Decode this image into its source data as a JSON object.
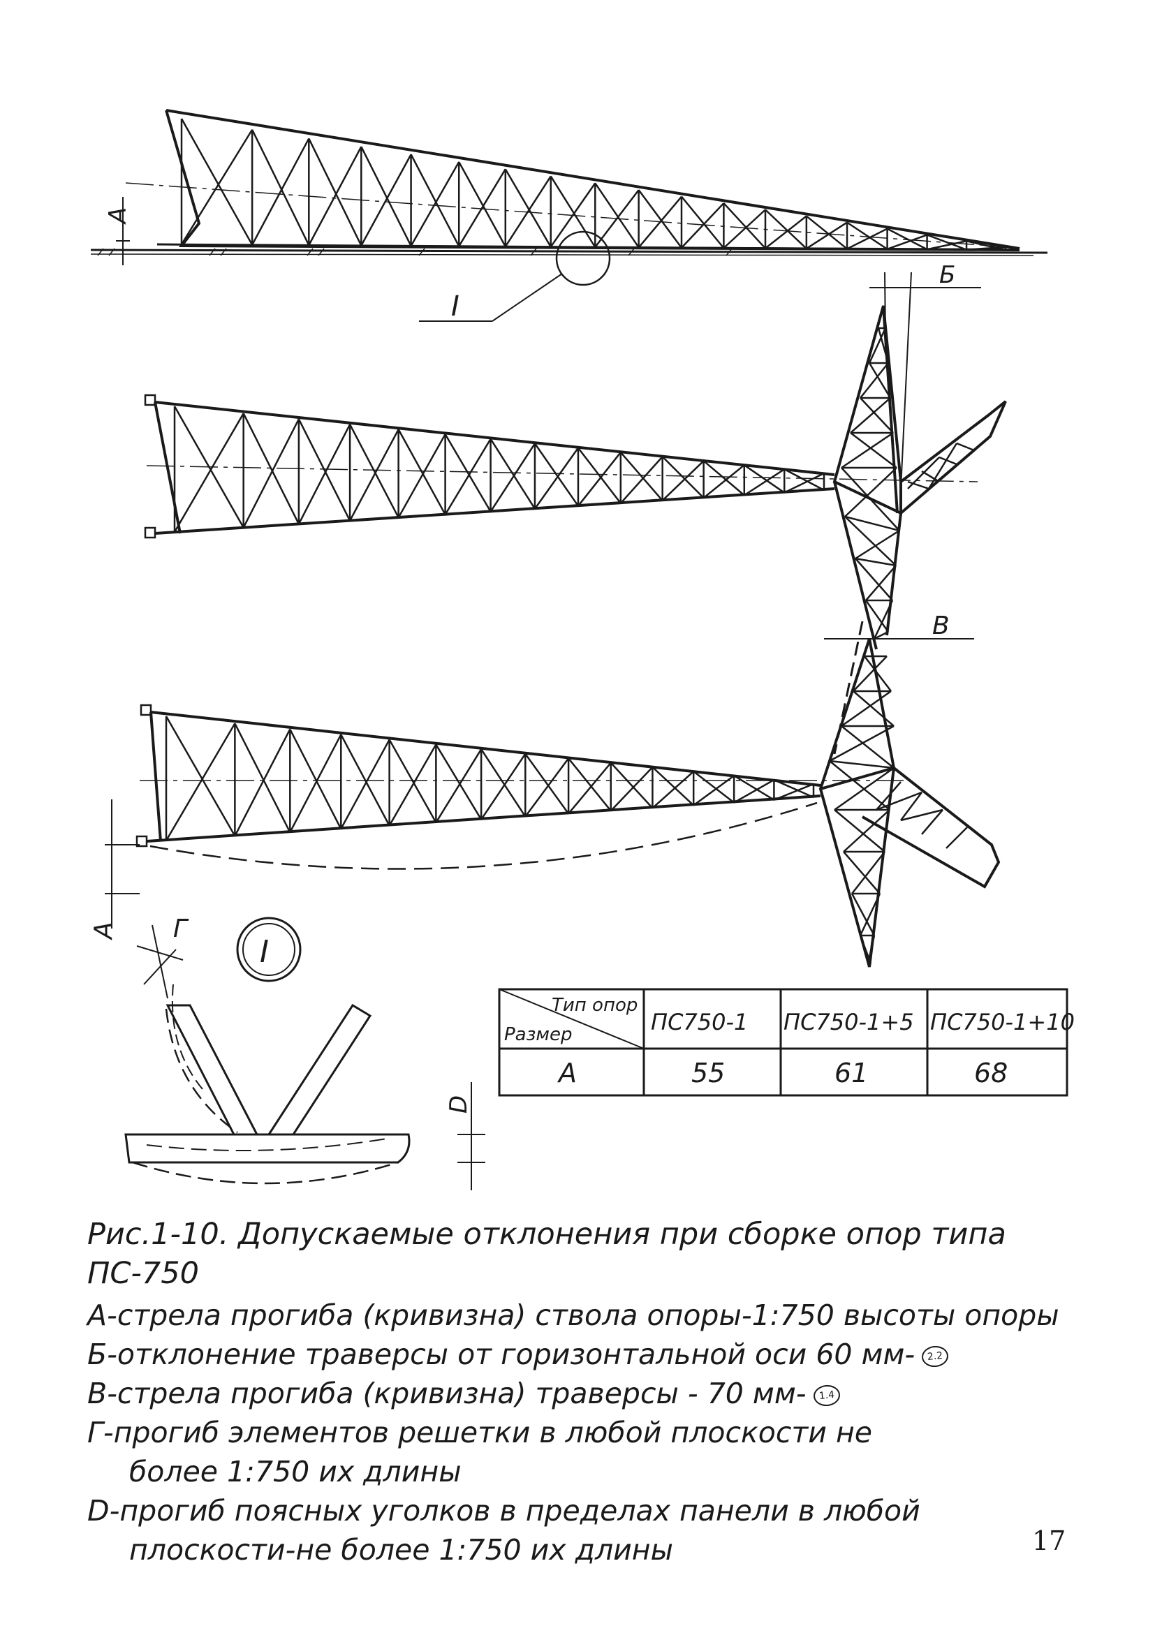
{
  "drawing": {
    "label_A": "А",
    "label_B": "Б",
    "label_V": "В",
    "label_G": "Г",
    "label_D": "D",
    "detail_callout": "I",
    "detail_circle": "I"
  },
  "table": {
    "header_top": "Тип опор",
    "header_bottom": "Размер",
    "columns": [
      "ПС750-1",
      "ПС750-1+5",
      "ПС750-1+10"
    ],
    "rows": [
      {
        "label": "А",
        "values": [
          "55",
          "61",
          "68"
        ]
      }
    ]
  },
  "caption": {
    "title": "Рис.1-10. Допускаемые отклонения при сборке опор типа ПС-750",
    "items": [
      "А-стрела прогиба (кривизна) ствола опоры-1:750 высоты опоры",
      "Б-отклонение траверсы от горизонтальной оси 60 мм-",
      "В-стрела прогиба (кривизна) траверсы - 70 мм-",
      "Г-прогиб элементов решетки в любой плоскости не",
      "более 1:750 их длины",
      "D-прогиб поясных уголков в пределах панели в любой",
      "плоскости-не более 1:750 их длины"
    ],
    "mark_B": "2.2",
    "mark_V": "1.4"
  },
  "page_number": "17"
}
